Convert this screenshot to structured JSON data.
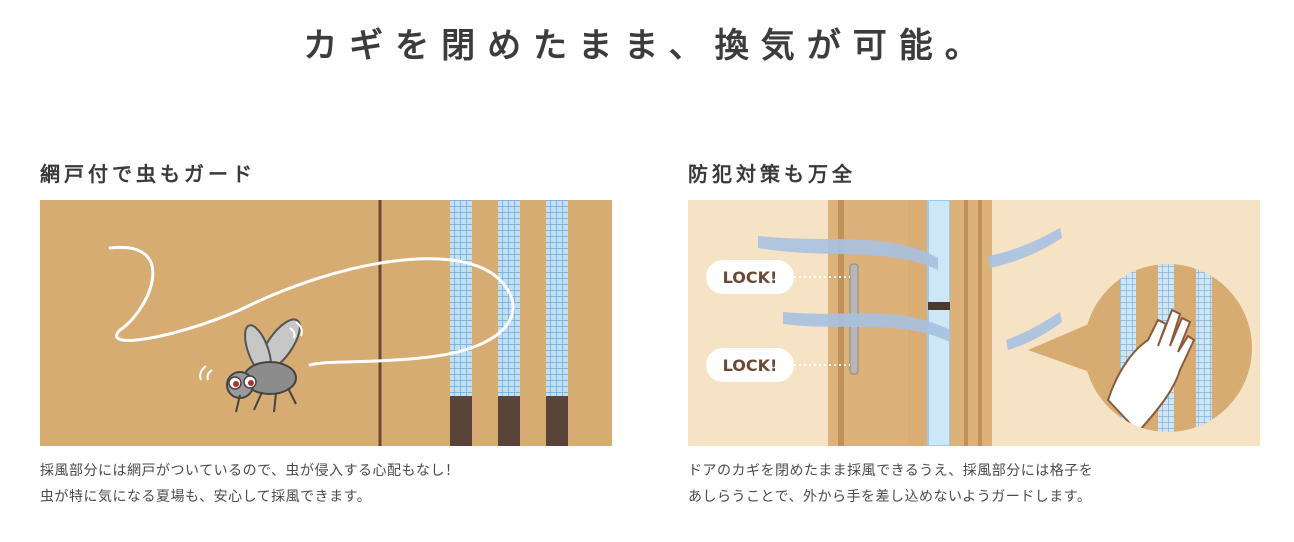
{
  "headline": "カギを閉めたまま、換気が可能。",
  "left_panel": {
    "title": "網戸付で虫もガード",
    "caption_line1": "採風部分には網戸がついているので、虫が侵入する心配もなし！",
    "caption_line2": "虫が特に気になる夏場も、安心して採風できます。"
  },
  "right_panel": {
    "title": "防犯対策も万全",
    "lock_label_top": "LOCK!",
    "lock_label_bottom": "LOCK!",
    "caption_line1": "ドアのカギを閉めたまま採風できるうえ、採風部分には格子を",
    "caption_line2": "あしらうことで、外から手を差し込めないようガードします。"
  },
  "colors": {
    "door_left_bg": "#d6ac72",
    "door_right_bg": "#f6e3c6",
    "screen_blue": "#9ecbea",
    "dark_post": "#5a4438"
  }
}
